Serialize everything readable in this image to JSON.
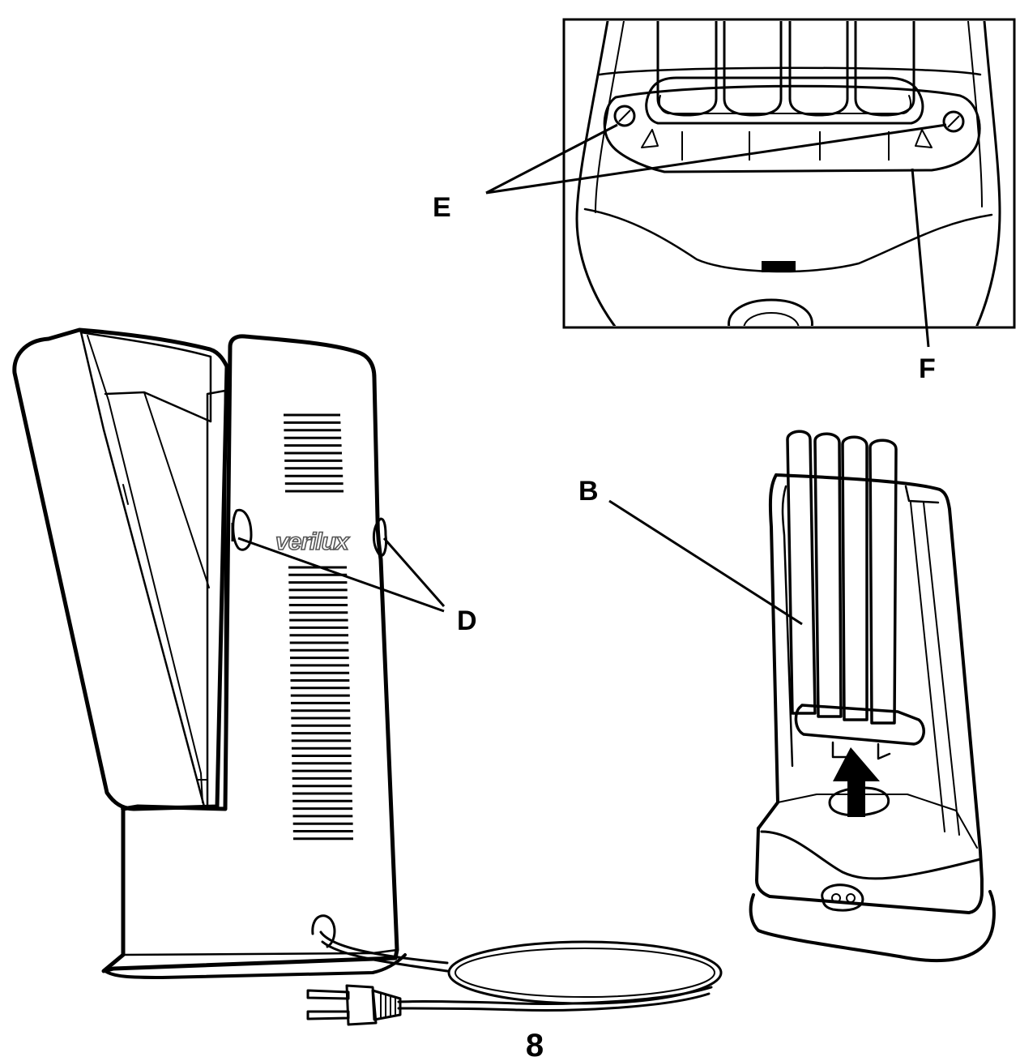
{
  "labels": {
    "E": "E",
    "F": "F",
    "B": "B",
    "D": "D"
  },
  "brand_text": "verilux",
  "page_number": "8",
  "colors": {
    "ink": "#000000",
    "background": "#ffffff",
    "brand_outline": "#555555",
    "arrow": "#000000"
  }
}
